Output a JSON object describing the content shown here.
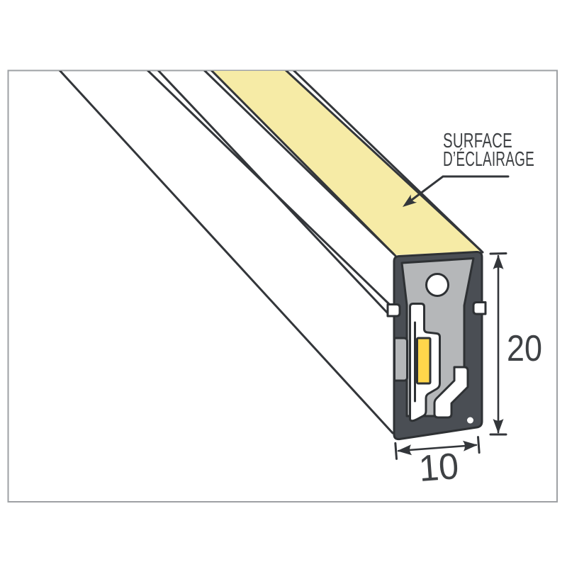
{
  "diagram": {
    "type": "technical-diagram",
    "annotation": {
      "line1": "SURFACE",
      "line2": "D’ÉCLAIRAGE"
    },
    "dimensions": {
      "height": "20",
      "width": "10"
    },
    "colors": {
      "surface_yellow": "#F6EBA6",
      "led_yellow": "#FFD64B",
      "body_dark": "#4A4E54",
      "body_light": "#B5B7B9",
      "cutout_white": "#FFFFFF",
      "outline": "#2E3134",
      "line": "#33363A",
      "frame": "#9EA1A4",
      "text": "#3E4144"
    }
  }
}
